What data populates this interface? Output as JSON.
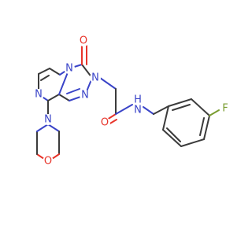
{
  "molecule": {
    "colors": {
      "carbon": "#3b3b3b",
      "nitrogen": "#3a44c8",
      "oxygen": "#e8352b",
      "fluorine": "#7a9d31"
    },
    "atoms": {
      "n_triazole_2": "N",
      "n_triazole_1": "N",
      "n_bridge": "N",
      "n_pyrazine": "N",
      "n_amide": "N",
      "h_amide": "H",
      "o_ring_carbonyl": "O",
      "o_amide": "O",
      "n_morpholine": "N",
      "o_morpholine": "O",
      "f_phenyl": "F"
    }
  }
}
